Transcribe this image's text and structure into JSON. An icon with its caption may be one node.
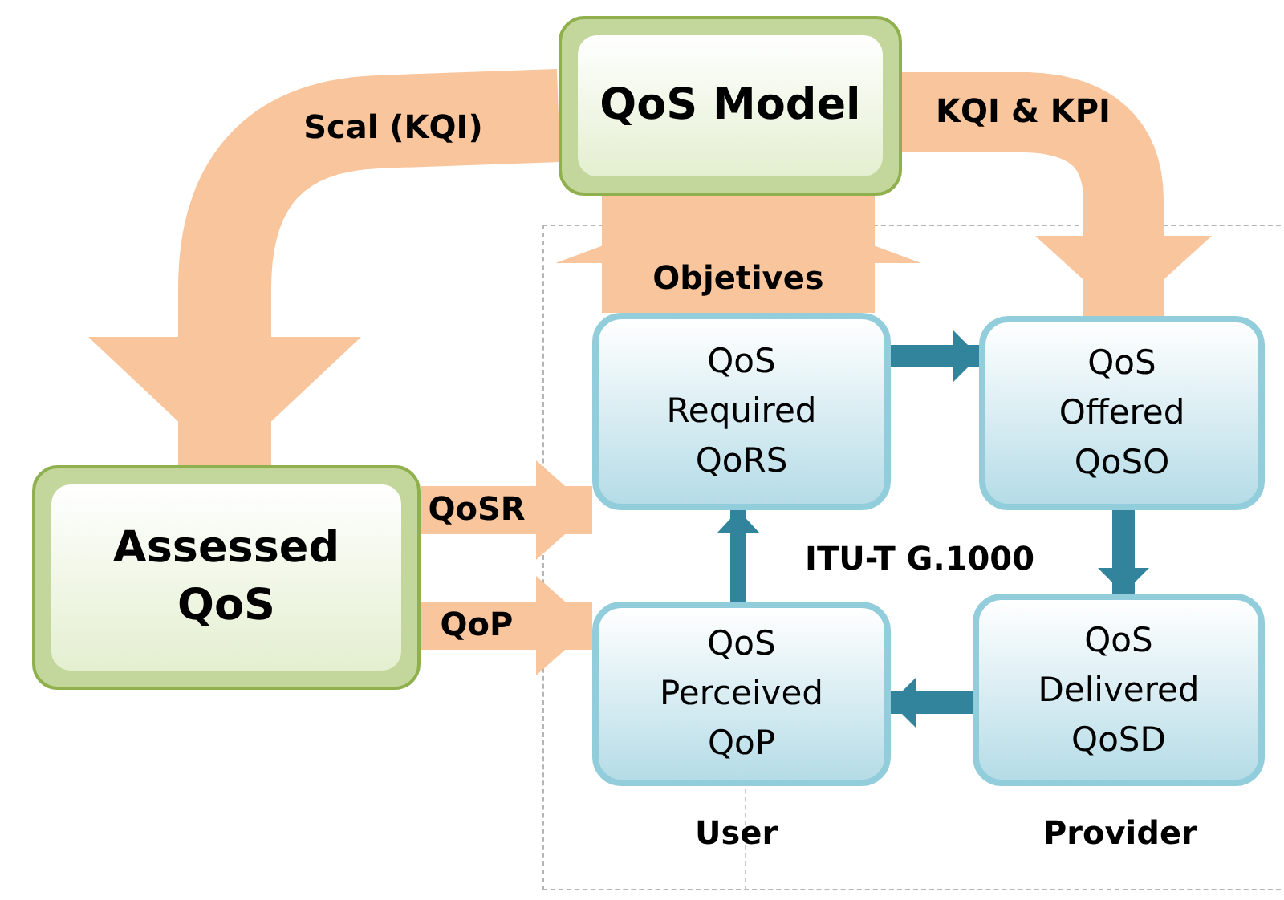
{
  "diagram": {
    "nodes": [
      {
        "text": [
          "QoS Model"
        ]
      },
      {
        "text": [
          "Assessed QoS"
        ]
      },
      {
        "text": [
          "QoS Required QoRS"
        ]
      },
      {
        "text": [
          "QoS Offered QoSO"
        ]
      },
      {
        "text": [
          "QoS Perceived QoP"
        ]
      },
      {
        "text": [
          "QoS Delivered QoSD"
        ]
      }
    ],
    "edges": [
      {
        "from": 0,
        "to": 1,
        "arrow": "to",
        "label": "Scal (KQI)",
        "style": "thick",
        "color": "#f9c59c"
      },
      {
        "from": 0,
        "to": 3,
        "arrow": "to",
        "label": "KQI & KPI",
        "color": "#f9c59c"
      },
      {
        "from": 2,
        "to": 0,
        "arrow": "to",
        "label": "Objetives",
        "style": "thick",
        "color": "#f9c59c"
      },
      {
        "from": 1,
        "to": 2,
        "arrow": "to",
        "label": "QoSR",
        "color": "#f9c59c"
      },
      {
        "from": 1,
        "to": 4,
        "arrow": "to",
        "label": "QoP",
        "color": "#f9c59c"
      },
      {
        "from": 2,
        "to": 3,
        "arrow": "to",
        "color": "#31849b"
      },
      {
        "from": 3,
        "to": 5,
        "arrow": "to",
        "color": "#31849b"
      },
      {
        "from": 5,
        "to": 4,
        "arrow": "to",
        "color": "#31849b"
      },
      {
        "from": 4,
        "to": 2,
        "arrow": "to",
        "label": "ITU-T G.1000",
        "color": "#31849b"
      }
    ],
    "labels": [
      "User",
      "Provider"
    ]
  }
}
